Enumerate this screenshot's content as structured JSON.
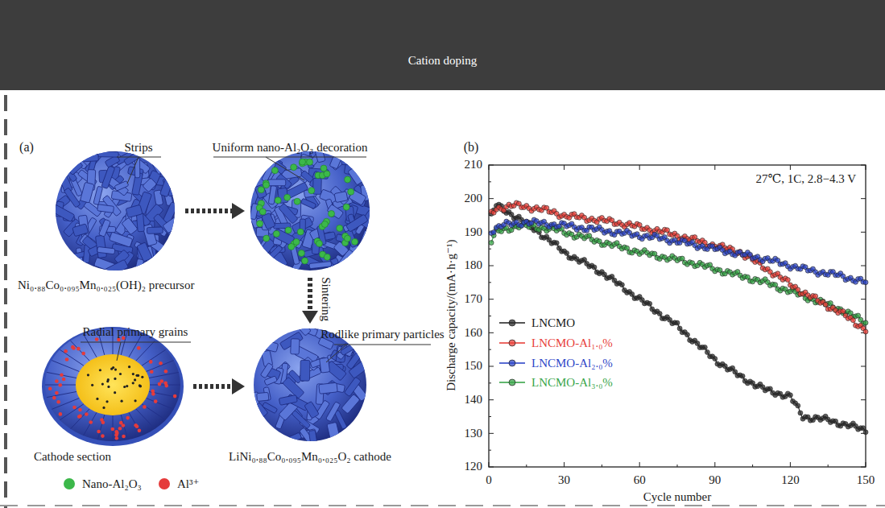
{
  "diagram": {
    "nodes": [
      {
        "text": [
          "Cation doping"
        ]
      }
    ],
    "labels": [
      "(a)",
      "(b)",
      "Strips",
      "Uniform nano-Al₂O₃ decoration",
      "Ni₀.₈₈Co₀.₀₉₅Mn₀.₀₂₅(OH)₂ precursor",
      "Sintering",
      "Radial primary grains",
      "Rodlike primary particles",
      "Cathode section",
      "LiNi₀.₈₈Co₀.₀₉₅Mn₀.₀₂₅O₂ cathode",
      "27℃, 1C, 2.8−4.3 V",
      "210",
      "200",
      "190",
      "180",
      "170",
      "160",
      "150",
      "140",
      "130",
      "120",
      "0",
      "30",
      "60",
      "90",
      "120",
      "150",
      "Discharge capacity/(mA·h·g⁻¹)",
      "Cycle number"
    ],
    "legend": [
      {
        "text": "LNCMO",
        "color": "#2b2b2b"
      },
      {
        "text": "LNCMO-Al₁.₀%",
        "color": "#e8413b"
      },
      {
        "text": "LNCMO-Al₂.₀%",
        "color": "#2f47c8"
      },
      {
        "text": "LNCMO-Al₃.₀%",
        "color": "#3aa64a"
      },
      {
        "text": "Nano-Al₂O₃",
        "color": "#3cb84a"
      },
      {
        "text": "Al³⁺",
        "color": "#e53b3b"
      }
    ]
  }
}
